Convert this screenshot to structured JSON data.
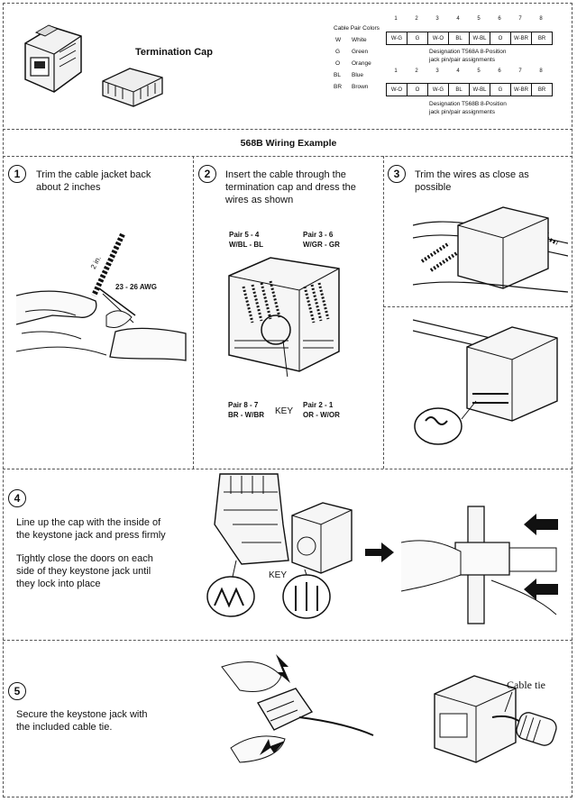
{
  "header": {
    "termination_cap_label": "Termination Cap",
    "legend_title": "Cable Pair Colors",
    "legend": [
      {
        "code": "W",
        "name": "White"
      },
      {
        "code": "G",
        "name": "Green"
      },
      {
        "code": "O",
        "name": "Orange"
      },
      {
        "code": "BL",
        "name": "Blue"
      },
      {
        "code": "BR",
        "name": "Brown"
      }
    ],
    "pins": [
      "1",
      "2",
      "3",
      "4",
      "5",
      "6",
      "7",
      "8"
    ],
    "t568a": {
      "cells": [
        "W-G",
        "G",
        "W-O",
        "BL",
        "W-BL",
        "O",
        "W-BR",
        "BR"
      ],
      "caption1": "Designation T568A 8-Position",
      "caption2": "jack pin/pair assignments"
    },
    "t568b": {
      "cells": [
        "W-O",
        "O",
        "W-G",
        "BL",
        "W-BL",
        "G",
        "W-BR",
        "BR"
      ],
      "caption1": "Designation T568B 8-Position",
      "caption2": "jack pin/pair assignments"
    }
  },
  "section_title": "568B Wiring Example",
  "steps": {
    "s1": {
      "num": "1",
      "text1": "Trim the cable jacket back",
      "text2": "about 2 inches",
      "len_label": "2 in.",
      "awg_label": "23 - 26  AWG"
    },
    "s2": {
      "num": "2",
      "text1": "Insert the cable through the",
      "text2": "termination cap and dress the",
      "text3": "wires as shown",
      "pair54a": "Pair 5 - 4",
      "pair54b": "W/BL - BL",
      "pair36a": "Pair 3 - 6",
      "pair36b": "W/GR - GR",
      "pair87a": "Pair 8 - 7",
      "pair87b": "BR - W/BR",
      "pair21a": "Pair 2 - 1",
      "pair21b": "OR - W/OR",
      "key": "KEY"
    },
    "s3": {
      "num": "3",
      "text1": "Trim the wires as close as",
      "text2": "possible"
    },
    "s4": {
      "num": "4",
      "text1": "Line up the cap with the inside of",
      "text2": "the keystone jack and press firmly",
      "text3": "Tightly close the doors on each",
      "text4": "side of they keystone jack until",
      "text5": "they lock into place",
      "key": "KEY"
    },
    "s5": {
      "num": "5",
      "text1": "Secure the keystone jack with",
      "text2": "the included cable tie.",
      "cable_tie": "Cable tie"
    }
  }
}
